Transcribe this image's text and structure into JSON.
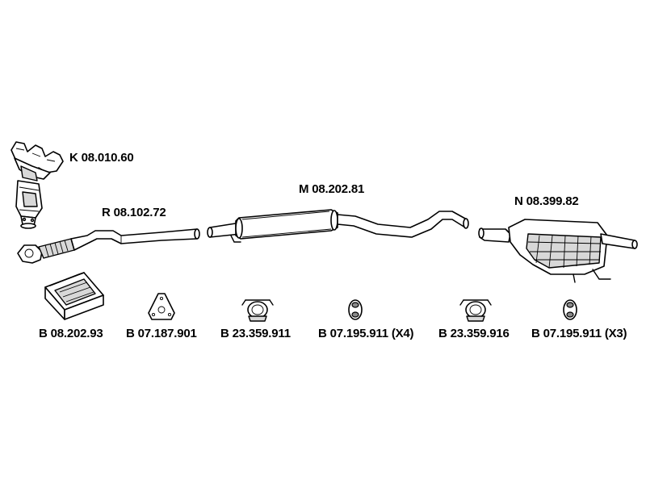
{
  "parts": {
    "catalytic_manifold": {
      "code": "K 08.010.60"
    },
    "front_pipe": {
      "code": "R 08.102.72"
    },
    "middle_silencer": {
      "code": "M 08.202.81"
    },
    "rear_silencer": {
      "code": "N 08.399.82"
    }
  },
  "accessories": [
    {
      "code": "B 08.202.93"
    },
    {
      "code": "B 07.187.901"
    },
    {
      "code": "B 23.359.911"
    },
    {
      "code": "B 07.195.911 (X4)"
    },
    {
      "code": "B 23.359.916"
    },
    {
      "code": "B 07.195.911 (X3)"
    }
  ],
  "colors": {
    "line": "#000000",
    "fill": "#ffffff",
    "shade": "#d8d8d8"
  }
}
